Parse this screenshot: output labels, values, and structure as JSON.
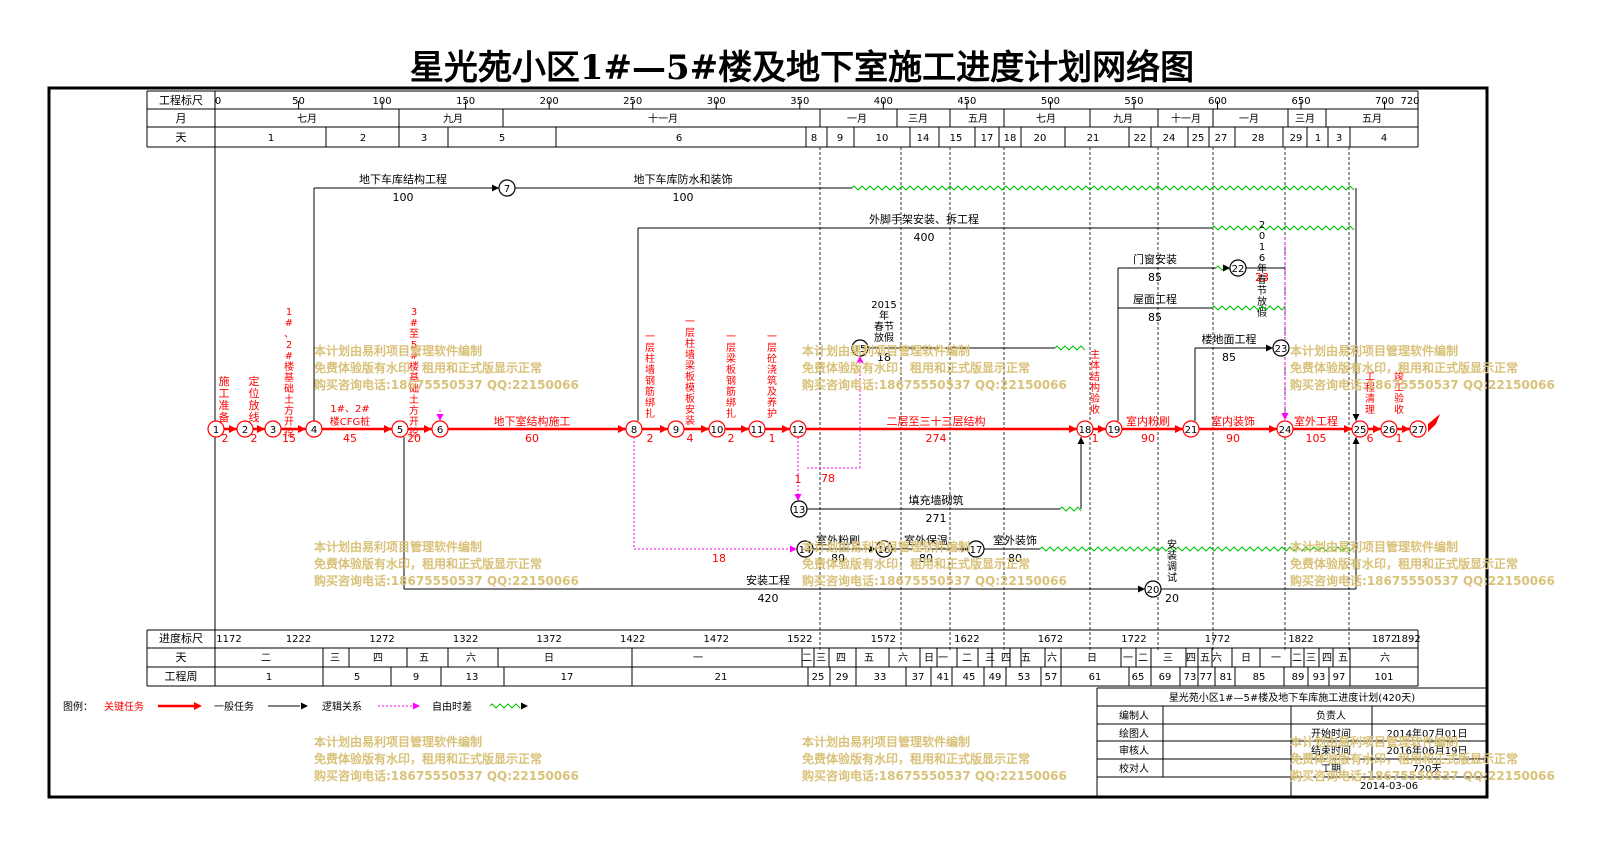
{
  "title": "星光苑小区1#—5#楼及地下室施工进度计划网络图",
  "colors": {
    "critical": "#ff0000",
    "normal": "#000000",
    "logic": "#000000",
    "float": "#ff00ff",
    "free_time": "#00c000",
    "watermark": "#d9c27a"
  },
  "header": {
    "scale_label": "工程标尺",
    "scale_ticks": [
      "0",
      "50",
      "100",
      "150",
      "200",
      "250",
      "300",
      "350",
      "400",
      "450",
      "500",
      "550",
      "600",
      "650",
      "700",
      "720"
    ],
    "month_label": "月",
    "months": [
      "七月",
      "九月",
      "十一月",
      "一月",
      "三月",
      "五月",
      "七月",
      "九月",
      "十一月",
      "一月",
      "三月",
      "五月"
    ],
    "day_label": "天",
    "days": [
      "1",
      "2",
      "3",
      "5",
      "6",
      "8",
      "9",
      "10",
      "14",
      "15",
      "17",
      "18",
      "20",
      "21",
      "22",
      "24",
      "25",
      "27",
      "28",
      "29",
      "1",
      "3",
      "4"
    ]
  },
  "footer": {
    "progress_label": "进度标尺",
    "progress_ticks": [
      "1172",
      "1222",
      "1272",
      "1322",
      "1372",
      "1422",
      "1472",
      "1522",
      "1572",
      "1622",
      "1672",
      "1722",
      "1772",
      "1822",
      "1872",
      "1892"
    ],
    "weekday_label": "天",
    "weekdays": [
      "二",
      "三",
      "四",
      "五",
      "六",
      "日",
      "一",
      "二",
      "三",
      "四",
      "五",
      "六",
      "日",
      "一",
      "二",
      "三",
      "四",
      "五",
      "六",
      "日",
      "一",
      "二",
      "三",
      "四",
      "五",
      "六",
      "日",
      "一",
      "二",
      "三",
      "四",
      "五",
      "六"
    ],
    "week_label": "工程周",
    "weeks": [
      "1",
      "5",
      "9",
      "13",
      "17",
      "21",
      "25",
      "29",
      "33",
      "37",
      "41",
      "45",
      "49",
      "53",
      "57",
      "61",
      "65",
      "69",
      "73",
      "77",
      "81",
      "85",
      "89",
      "93",
      "97",
      "101"
    ]
  },
  "nodes": [
    "1",
    "2",
    "3",
    "4",
    "5",
    "6",
    "7",
    "8",
    "9",
    "10",
    "11",
    "12",
    "13",
    "14",
    "15",
    "16",
    "17",
    "18",
    "19",
    "20",
    "21",
    "22",
    "23",
    "24",
    "25",
    "26",
    "27"
  ],
  "tasks": {
    "t_1_2": {
      "name": "施工准备",
      "dur": "2"
    },
    "t_2_3": {
      "name": "定位放线",
      "dur": "2"
    },
    "t_3_4": {
      "name": "1#、2#楼基础土方开挖",
      "dur": "15"
    },
    "t_4_5": {
      "name": "1#、2#楼CFG桩",
      "dur": "45"
    },
    "t_5_6": {
      "name": "3#至5#楼基础土方开挖",
      "dur": "20"
    },
    "t_6_8": {
      "name": "地下室结构施工",
      "dur": "60"
    },
    "t_8_9": {
      "name": "一层柱墙钢筋绑扎",
      "dur": "2"
    },
    "t_9_10": {
      "name": "一层柱墙梁板模板安装",
      "dur": "4"
    },
    "t_10_11": {
      "name": "一层梁板钢筋绑扎",
      "dur": "2"
    },
    "t_11_12": {
      "name": "一层砼浇筑及养护",
      "dur": "1"
    },
    "t_12_18": {
      "name": "二层至三十三层结构",
      "dur": "274"
    },
    "t_18_19": {
      "name": "主体结构验收",
      "dur": "1"
    },
    "t_19_21": {
      "name": "室内粉刷",
      "dur": "90"
    },
    "t_21_24": {
      "name": "室内装饰",
      "dur": "90"
    },
    "t_24_25": {
      "name": "室外工程",
      "dur": "105"
    },
    "t_25_26": {
      "name": "工程清理",
      "dur": "6"
    },
    "t_26_27": {
      "name": "竣工验收",
      "dur": "1"
    },
    "t_4_7": {
      "name": "地下车库结构工程",
      "dur": "100"
    },
    "t_7_25": {
      "name": "地下车库防水和装饰",
      "dur": "100"
    },
    "t_8_24": {
      "name": "外脚手架安装、拆工程",
      "dur": "400"
    },
    "t_2015": {
      "name": "2015年春节放假",
      "dur": "18"
    },
    "t_2016": {
      "name": "2016年春节放假",
      "dur": "23"
    },
    "t_19_22": {
      "name": "门窗安装",
      "dur": "85"
    },
    "t_roof": {
      "name": "屋面工程",
      "dur": "85"
    },
    "t_21_23": {
      "name": "楼地面工程",
      "dur": "85"
    },
    "t_13_18": {
      "name": "填充墙砌筑",
      "dur": "271"
    },
    "t_14_16": {
      "name": "室外粉刷",
      "dur": "80"
    },
    "t_16_17": {
      "name": "室外保温",
      "dur": "80"
    },
    "t_17": {
      "name": "室外装饰",
      "dur": "80"
    },
    "t_5_20": {
      "name": "安装工程",
      "dur": "420"
    },
    "t_20": {
      "name": "安装调试",
      "dur": "20"
    },
    "float_12_13": "1",
    "float_13_15": "78",
    "float_8_14": "18"
  },
  "legend": {
    "label": "图例：",
    "critical": "关键任务",
    "normal": "一般任务",
    "logic": "逻辑关系",
    "free": "自由时差"
  },
  "info_table": {
    "title": "星光苑小区1#—5#楼及地下车库施工进度计划(420天)",
    "editor": "编制人",
    "owner": "负责人",
    "drawer": "绘图人",
    "start_label": "开始时间",
    "start_value": "2014年07月01日",
    "reviewer": "审核人",
    "end_label": "结束时间",
    "end_value": "2016年06月19日",
    "checker": "校对人",
    "period_label": "工期",
    "period_value": "720天",
    "date": "2014-03-06"
  },
  "watermark": {
    "line1": "本计划由易利项目管理软件编制",
    "line2": "免费体验版有水印，租用和正式版显示正常",
    "line3": "购买咨询电话:18675550537 QQ:22150066"
  }
}
